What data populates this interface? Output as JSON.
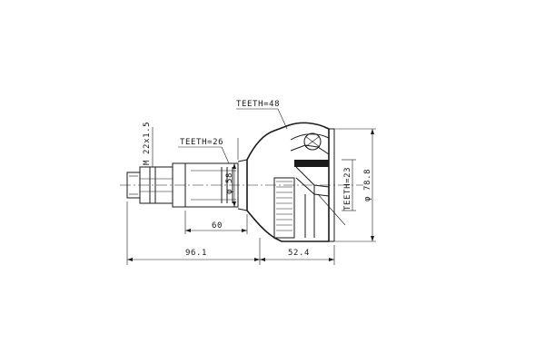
{
  "drawing": {
    "labels": {
      "teeth_outer": "TEETH=48",
      "teeth_shaft": "TEETH=26",
      "teeth_inner": "TEETH=23",
      "thread": "M 22x1.5",
      "shaft_diameter": "φ 58",
      "housing_diameter": "φ 78.8",
      "length_shaft": "60",
      "length_total": "96.1",
      "length_housing": "52.4"
    },
    "colors": {
      "ink": "#1a1a1a",
      "background": "#ffffff"
    }
  }
}
